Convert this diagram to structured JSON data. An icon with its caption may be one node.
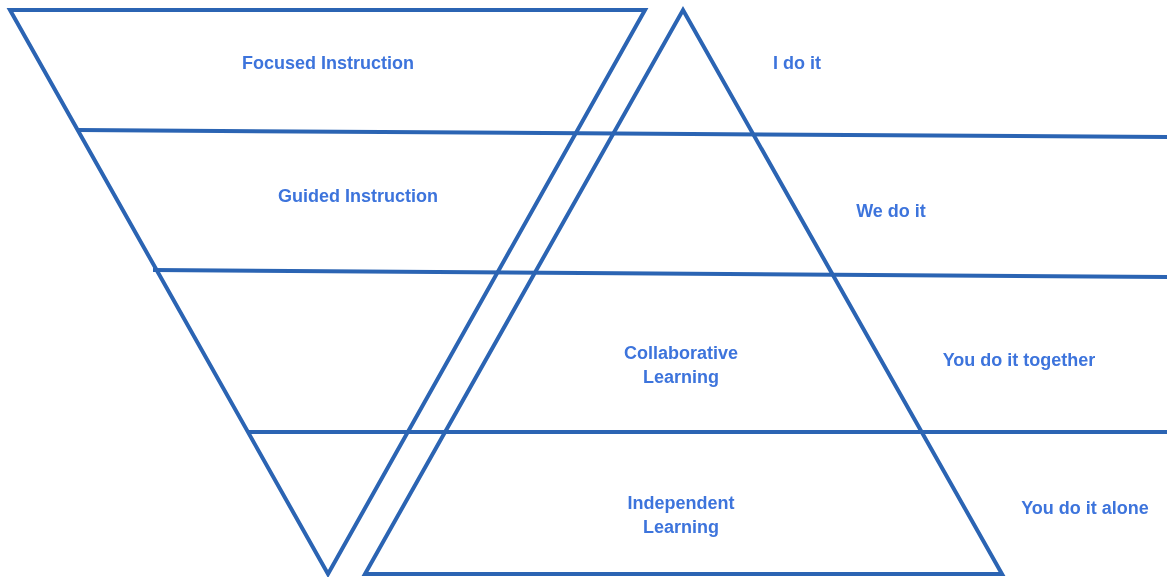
{
  "diagram": {
    "nodes": [
      {
        "text": [
          "Focused Instruction"
        ]
      },
      {
        "text": [
          "Guided Instruction"
        ]
      },
      {
        "text": [
          "Collaborative Learning"
        ]
      },
      {
        "text": [
          "Independent Learning"
        ]
      }
    ],
    "labels": [
      "I do it",
      "We do it",
      "You do it together",
      "You do it alone"
    ]
  }
}
